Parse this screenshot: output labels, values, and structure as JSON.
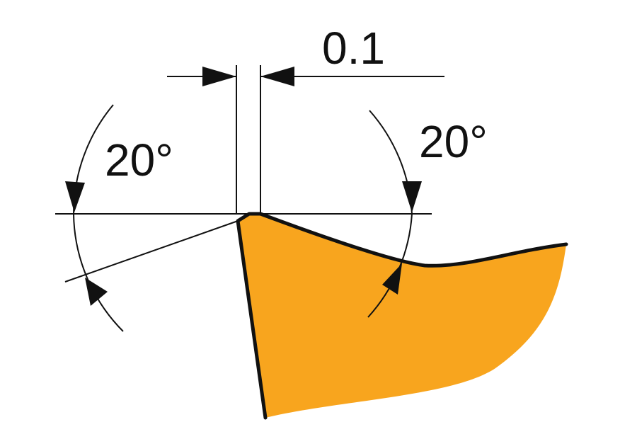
{
  "dimensions": {
    "land_width": "0.1",
    "left_angle": "20°",
    "right_angle": "20°"
  },
  "colors": {
    "insert_fill": "#F8A51E",
    "line": "#111111",
    "background": "#FFFFFF"
  }
}
